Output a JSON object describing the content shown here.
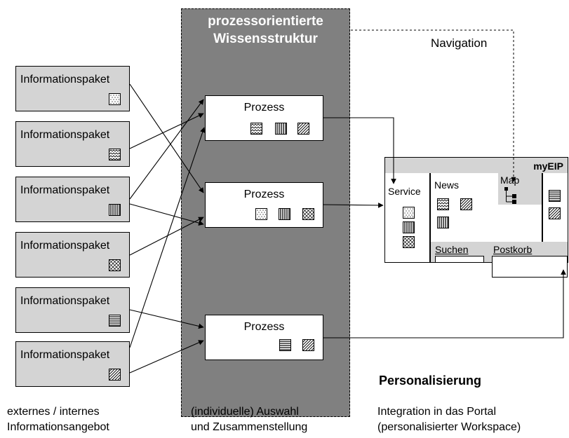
{
  "band": {
    "title_line1": "prozessorientierte",
    "title_line2": "Wissensstruktur"
  },
  "packages": [
    {
      "label": "Informationspaket",
      "pattern": "dots"
    },
    {
      "label": "Informationspaket",
      "pattern": "zigzag"
    },
    {
      "label": "Informationspaket",
      "pattern": "vlines"
    },
    {
      "label": "Informationspaket",
      "pattern": "cross"
    },
    {
      "label": "Informationspaket",
      "pattern": "hlines"
    },
    {
      "label": "Informationspaket",
      "pattern": "diag"
    }
  ],
  "processes": [
    {
      "label": "Prozess",
      "patterns": [
        "zigzag",
        "vlines",
        "diag"
      ]
    },
    {
      "label": "Prozess",
      "patterns": [
        "dots",
        "vlines",
        "cross"
      ]
    },
    {
      "label": "Prozess",
      "patterns": [
        "hlines",
        "diag"
      ]
    }
  ],
  "portal": {
    "title": "myEIP",
    "service_label": "Service",
    "news_label": "News",
    "map_label": "Map",
    "search_label": "Suchen",
    "mailbox_label": "Postkorb"
  },
  "navigation_label": "Navigation",
  "personalization_label": "Personalisierung",
  "captions": {
    "left_line1": "externes / internes",
    "left_line2": "Informationsangebot",
    "middle_line1": "(individuelle) Auswahl",
    "middle_line2": "und Zusammenstellung",
    "right_line1": "Integration in das Portal",
    "right_line2": "(personalisierter Workspace)"
  },
  "colors": {
    "band": "#808080",
    "package_fill": "#d4d4d4",
    "portal_header": "#d4d4d4"
  }
}
